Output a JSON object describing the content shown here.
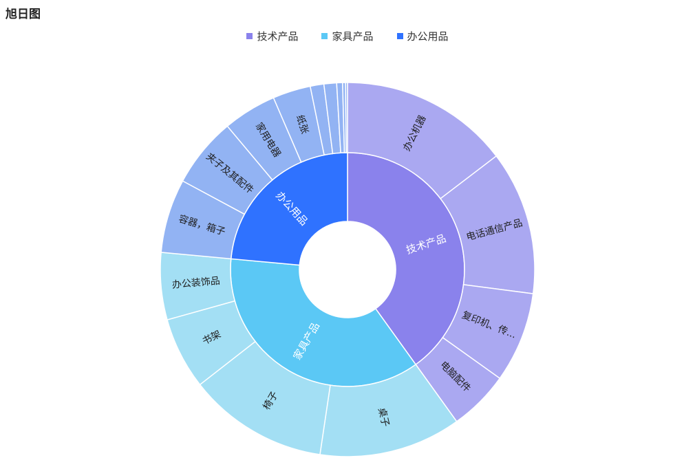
{
  "title": "旭日图",
  "legend": {
    "items": [
      {
        "label": "技术产品",
        "color": "#8a82ec"
      },
      {
        "label": "家具产品",
        "color": "#5bc8f5"
      },
      {
        "label": "办公用品",
        "color": "#2f72ff"
      }
    ]
  },
  "chart_data": {
    "type": "sunburst",
    "title": "旭日图",
    "legend_position": "top-center",
    "categories": [
      {
        "name": "技术产品",
        "color": "#8a82ec",
        "child_color": "#aaa8f1",
        "children": [
          {
            "name": "办公机器",
            "value": 17.4
          },
          {
            "name": "电话通信产品",
            "value": 14.8
          },
          {
            "name": "复印机、传真机",
            "display": "复印机、传...",
            "value": 9.3
          },
          {
            "name": "电脑配件",
            "value": 6.2
          }
        ]
      },
      {
        "name": "家具产品",
        "color": "#5bc8f5",
        "child_color": "#a3dff4",
        "children": [
          {
            "name": "桌子",
            "value": 14.6
          },
          {
            "name": "椅子",
            "value": 14.4
          },
          {
            "name": "书架",
            "value": 7.4
          },
          {
            "name": "办公装饰品",
            "value": 6.9
          }
        ]
      },
      {
        "name": "办公用品",
        "color": "#2f72ff",
        "child_color": "#92b3f3",
        "children": [
          {
            "name": "容器，箱子",
            "value": 7.6
          },
          {
            "name": "夹子及其配件",
            "value": 7.2
          },
          {
            "name": "家用电器",
            "value": 5.5
          },
          {
            "name": "纸张",
            "value": 3.9
          },
          {
            "name": "",
            "value": 1.4
          },
          {
            "name": "",
            "value": 1.3
          },
          {
            "name": "",
            "value": 0.6
          },
          {
            "name": "",
            "value": 0.3
          },
          {
            "name": "",
            "value": 0.2
          }
        ]
      }
    ]
  }
}
